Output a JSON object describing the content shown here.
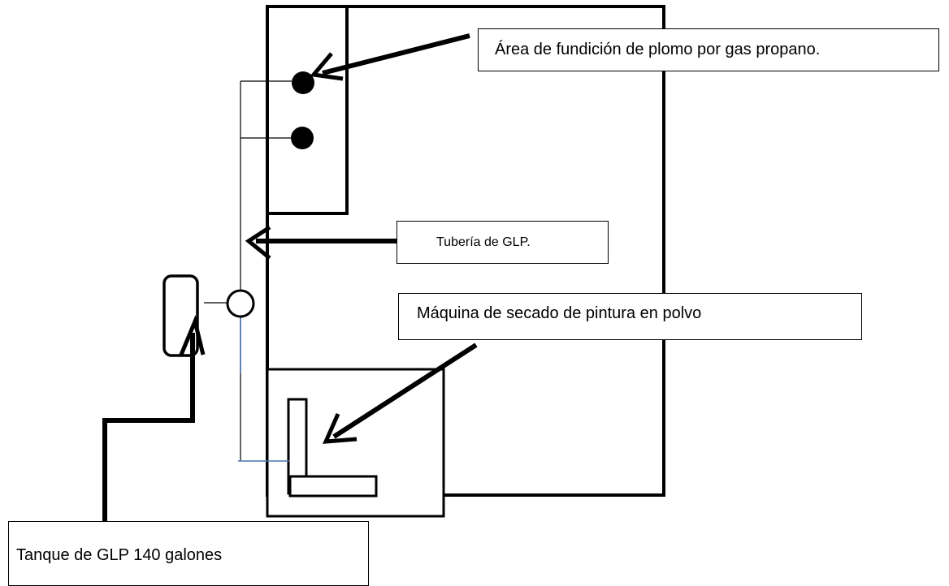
{
  "labels": {
    "fundicion": "Área de fundición de plomo por gas propano.",
    "tuberia": "Tubería de GLP.",
    "maquina": "Máquina de secado de pintura en polvo",
    "tanque": "Tanque de GLP 140 galones"
  },
  "colors": {
    "line": "#000000",
    "pipe_accent": "#4a72b0"
  }
}
